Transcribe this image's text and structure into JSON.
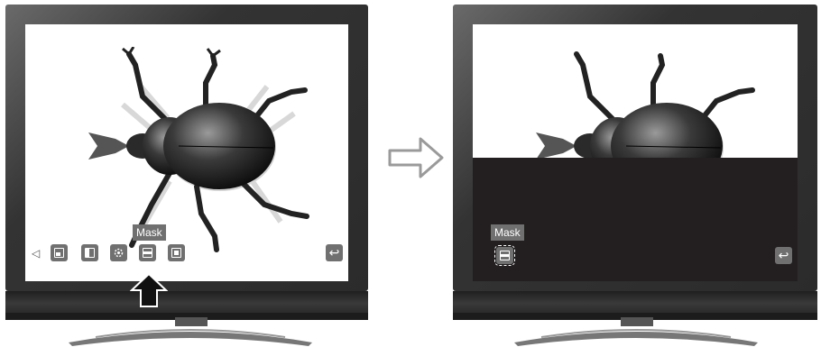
{
  "left_screen": {
    "tooltip": "Mask",
    "toolbar": {
      "prev_arrow": "◁",
      "buttons": [
        "picture-in-picture-icon",
        "split-screen-icon",
        "zoom-icon",
        "mask-icon",
        "spotlight-icon"
      ],
      "selected": "mask-icon"
    },
    "return_icon": "↩",
    "pointer": "up-arrow-icon"
  },
  "right_screen": {
    "tooltip": "Mask",
    "return_icon": "↩",
    "mask_level": 0.48
  },
  "transition_arrow": "right-arrow-icon"
}
